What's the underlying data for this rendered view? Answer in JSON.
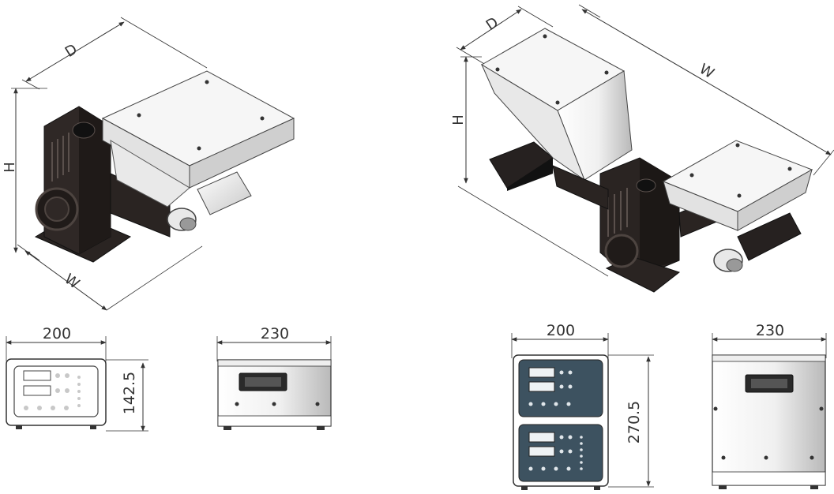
{
  "iso_left": {
    "dim_depth": "D",
    "dim_height": "H",
    "dim_width": "W"
  },
  "iso_right": {
    "dim_depth": "D",
    "dim_height": "H",
    "dim_width": "W"
  },
  "single_unit": {
    "front_width": "200",
    "front_height": "142.5",
    "side_width": "230"
  },
  "dual_unit": {
    "front_width": "200",
    "front_height": "270.5",
    "side_width": "230"
  },
  "colors": {
    "line": "#333333",
    "body_dark": "#2a2422",
    "hopper_light": "#f2f2f2",
    "panel_dark": "#3d5260",
    "steel_light": "#f4f4f4"
  }
}
